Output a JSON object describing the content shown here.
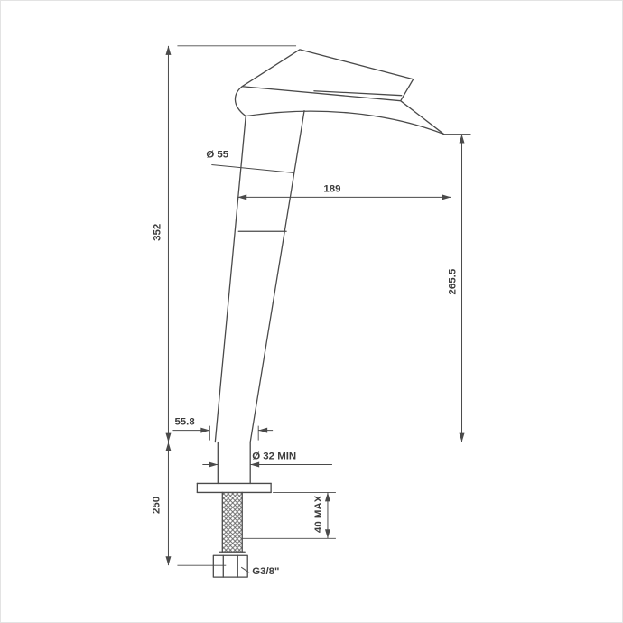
{
  "drawing": {
    "type": "technical-dimension-drawing",
    "subject": "tall single-lever vessel basin mixer faucet, side elevation",
    "labels": {
      "total_height": "352",
      "spout_height": "265.5",
      "spout_reach": "189",
      "body_diameter": "Ø 55",
      "base_width": "55.8",
      "mounting_hole": "Ø 32 MIN",
      "under_counter_length": "250",
      "counter_thickness": "40 MAX",
      "thread_size": "G3/8\""
    },
    "colors": {
      "line": "#4a4a4a",
      "background": "#ffffff",
      "border": "#e3e3e3"
    }
  }
}
